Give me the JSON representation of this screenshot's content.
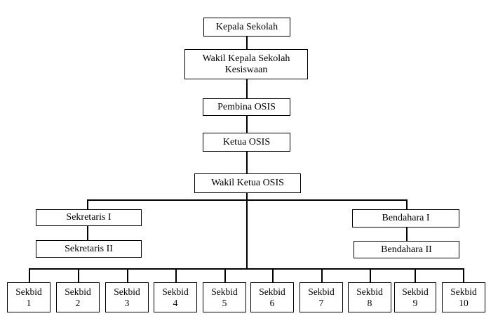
{
  "org": {
    "kepala": "Kepala Sekolah",
    "wakil_kepala": "Wakil Kepala Sekolah Kesiswaan",
    "pembina": "Pembina OSIS",
    "ketua": "Ketua OSIS",
    "wakil_ketua": "Wakil Ketua OSIS",
    "sekretaris_1": "Sekretaris I",
    "sekretaris_2": "Sekretaris II",
    "bendahara_1": "Bendahara I",
    "bendahara_2": "Bendahara II",
    "sekbid": [
      {
        "label": "Sekbid",
        "num": "1"
      },
      {
        "label": "Sekbid",
        "num": "2"
      },
      {
        "label": "Sekbid",
        "num": "3"
      },
      {
        "label": "Sekbid",
        "num": "4"
      },
      {
        "label": "Sekbid",
        "num": "5"
      },
      {
        "label": "Sekbid",
        "num": "6"
      },
      {
        "label": "Sekbid",
        "num": "7"
      },
      {
        "label": "Sekbid",
        "num": "8"
      },
      {
        "label": "Sekbid",
        "num": "9"
      },
      {
        "label": "Sekbid",
        "num": "10"
      }
    ]
  }
}
